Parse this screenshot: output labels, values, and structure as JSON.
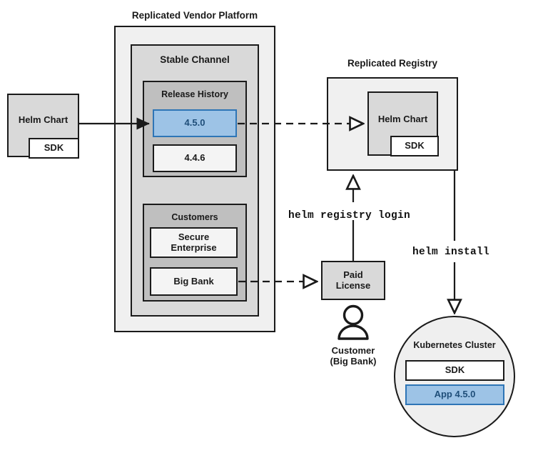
{
  "diagram": {
    "title_outer": "Replicated Vendor Platform",
    "title_registry": "Replicated Registry",
    "vendor_platform": {
      "label": "Replicated Vendor Platform",
      "channel": {
        "label": "Stable Channel",
        "release_history": {
          "label": "Release History",
          "releases": [
            {
              "version": "4.5.0",
              "highlighted": true
            },
            {
              "version": "4.4.6",
              "highlighted": false
            }
          ]
        },
        "customers": {
          "label": "Customers",
          "entries": [
            {
              "name": "Secure\nEnterprise"
            },
            {
              "name": "Big Bank"
            }
          ]
        }
      }
    },
    "source_chart": {
      "label": "Helm Chart",
      "sub_label": "SDK"
    },
    "registry": {
      "label": "Replicated Registry",
      "chart": {
        "label": "Helm Chart",
        "sub_label": "SDK"
      }
    },
    "license": {
      "label": "Paid\nLicense"
    },
    "customer_actor": {
      "label": "Customer\n(Big Bank)"
    },
    "cluster": {
      "label": "Kubernetes Cluster",
      "components": [
        {
          "name": "SDK",
          "highlighted": false
        },
        {
          "name": "App 4.5.0",
          "highlighted": true
        }
      ]
    },
    "commands": {
      "registry_login": "helm registry login",
      "install": "helm install"
    },
    "colors": {
      "accent_blue_fill": "#9dc3e6",
      "accent_blue_border": "#2e75b6",
      "accent_blue_text": "#1f4e79",
      "outer_gray": "#f0f0f0",
      "mid_gray": "#d9d9d9",
      "inner_gray": "#bfbfbf",
      "box_white": "#f4f4f4",
      "stroke": "#1a1a1a"
    }
  }
}
